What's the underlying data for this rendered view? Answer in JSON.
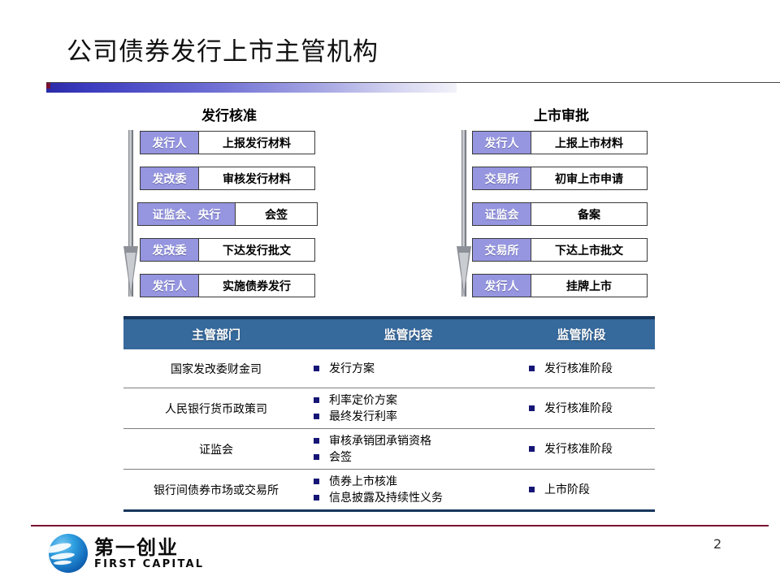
{
  "slide": {
    "title": "公司债券发行上市主管机构",
    "page_number": "2",
    "accent_blue": "#2a2aa8",
    "accent_maroon": "#7a1030",
    "label_purple": "#9595e0",
    "table_header_blue": "#36699c",
    "bullet_navy": "#151575"
  },
  "flows": [
    {
      "heading": "发行核准",
      "rows": [
        {
          "actor": "发行人",
          "action": "上报发行材料",
          "wide": false
        },
        {
          "actor": "发改委",
          "action": "审核发行材料",
          "wide": false
        },
        {
          "actor": "证监会、央行",
          "action": "会签",
          "wide": true
        },
        {
          "actor": "发改委",
          "action": "下达发行批文",
          "wide": false
        },
        {
          "actor": "发行人",
          "action": "实施债券发行",
          "wide": false
        }
      ]
    },
    {
      "heading": "上市审批",
      "rows": [
        {
          "actor": "发行人",
          "action": "上报上市材料",
          "wide": false
        },
        {
          "actor": "交易所",
          "action": "初审上市申请",
          "wide": false
        },
        {
          "actor": "证监会",
          "action": "备案",
          "wide": false
        },
        {
          "actor": "交易所",
          "action": "下达上市批文",
          "wide": false
        },
        {
          "actor": "发行人",
          "action": "挂牌上市",
          "wide": false
        }
      ]
    }
  ],
  "table": {
    "headers": [
      "主管部门",
      "监管内容",
      "监管阶段"
    ],
    "rows": [
      {
        "dept": "国家发改委财金司",
        "scope": [
          "发行方案"
        ],
        "stage": [
          "发行核准阶段"
        ]
      },
      {
        "dept": "人民银行货币政策司",
        "scope": [
          "利率定价方案",
          "最终发行利率"
        ],
        "stage": [
          "发行核准阶段"
        ]
      },
      {
        "dept": "证监会",
        "scope": [
          "审核承销团承销资格",
          "会签"
        ],
        "stage": [
          "发行核准阶段"
        ]
      },
      {
        "dept": "银行间债券市场或交易所",
        "scope": [
          "债券上市核准",
          "信息披露及持续性义务"
        ],
        "stage": [
          "上市阶段"
        ]
      }
    ]
  },
  "footer": {
    "logo_cn": "第一创业",
    "logo_en": "FIRST CAPITAL"
  }
}
